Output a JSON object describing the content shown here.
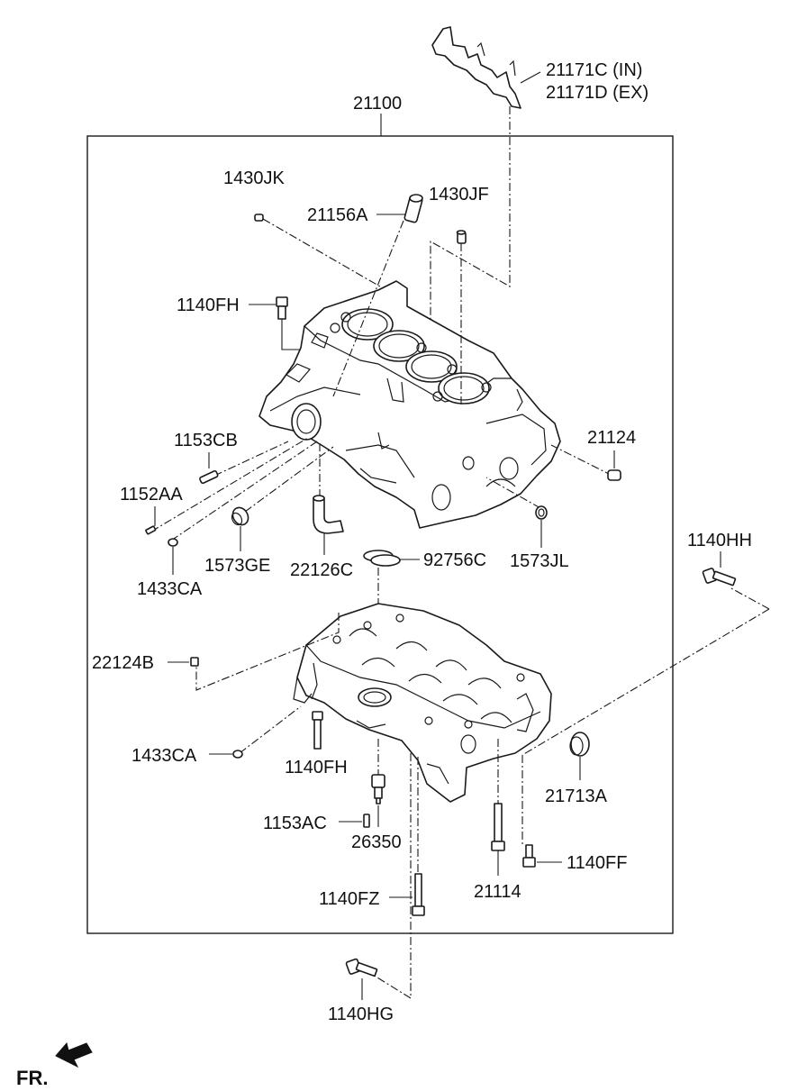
{
  "diagram": {
    "assembly_label": "21100",
    "direction_label": "FR.",
    "parts": {
      "timing_cover_in": "21171C (IN)",
      "timing_cover_ex": "21171D (EX)",
      "dowel_1430JK": "1430JK",
      "oil_jet_21156A": "21156A",
      "dowel_1430JF": "1430JF",
      "bolt_1140FH_top": "1140FH",
      "plug_1153CB": "1153CB",
      "pin_1152AA": "1152AA",
      "plug_1433CA_top": "1433CA",
      "plug_1573GE": "1573GE",
      "hose_22126C": "22126C",
      "oring_92756C": "92756C",
      "plug_1573JL": "1573JL",
      "dowel_21124": "21124",
      "bolt_1140HH": "1140HH",
      "pin_22124B": "22124B",
      "plug_1433CA_bottom": "1433CA",
      "bolt_1140FH_bottom": "1140FH",
      "seal_21713A": "21713A",
      "plug_1153AC": "1153AC",
      "sensor_26350": "26350",
      "bolt_21114": "21114",
      "bolt_1140FF": "1140FF",
      "bolt_1140FZ": "1140FZ",
      "bolt_1140HG": "1140HG"
    }
  }
}
